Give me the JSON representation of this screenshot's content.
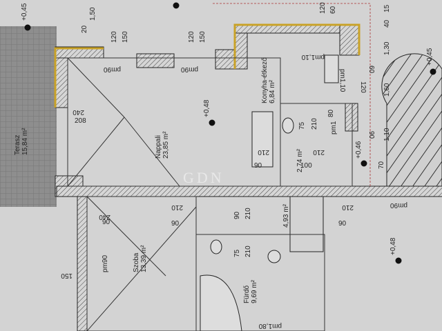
{
  "watermark": "GDN",
  "rooms": {
    "terrace": {
      "name": "Terasz",
      "area": "15,84 m²"
    },
    "living": {
      "name": "Nappali",
      "area": "23,85 m²"
    },
    "kitchen": {
      "name": "Konyha-étkező",
      "area": "6,84 m²"
    },
    "bedroom": {
      "name": "Szoba",
      "area": "13,39 m²"
    },
    "bathroom": {
      "name": "Fürdő",
      "area": "9,69 m²"
    },
    "hall": {
      "area": "4,93 m²"
    },
    "wc": {
      "area": "2,74 m²"
    }
  },
  "levels": {
    "top_left": "+0,45",
    "right_top": "+0,45",
    "living": "+0,48",
    "wc_side": "+0,46",
    "right_bottom": "+0,48"
  },
  "dimensions": {
    "d120a": "120",
    "d150a": "150",
    "d120b": "120",
    "d150b": "150",
    "pm90a": "pm90",
    "pm90b": "pm90",
    "pm90c": "pm90",
    "pm90d": "pm90",
    "d20": "20",
    "d150top": "1,50",
    "d60": "60",
    "d120top": "120",
    "d40": "40",
    "d15": "15",
    "d130": "1,30",
    "d160": "1,60",
    "d110": "1,10",
    "d60r": "60",
    "d120r": "120",
    "d80": "80",
    "d90r": "90",
    "d70": "70",
    "pm110": "pm1,10",
    "pm110b": "pm1,10",
    "pm1": "pm1",
    "d240a": "240",
    "d208": "208",
    "d75": "75",
    "d210a": "210",
    "d210b": "210",
    "d210c": "210",
    "d90a": "90",
    "d100": "100",
    "d240b": "240",
    "d90b": "90",
    "d210d": "210",
    "d90c": "90",
    "d210e": "210",
    "d90d": "90",
    "d210f": "210",
    "d75b": "75",
    "d210g": "210",
    "d150c": "150",
    "d90e": "90",
    "pm180": "pm1,80"
  }
}
